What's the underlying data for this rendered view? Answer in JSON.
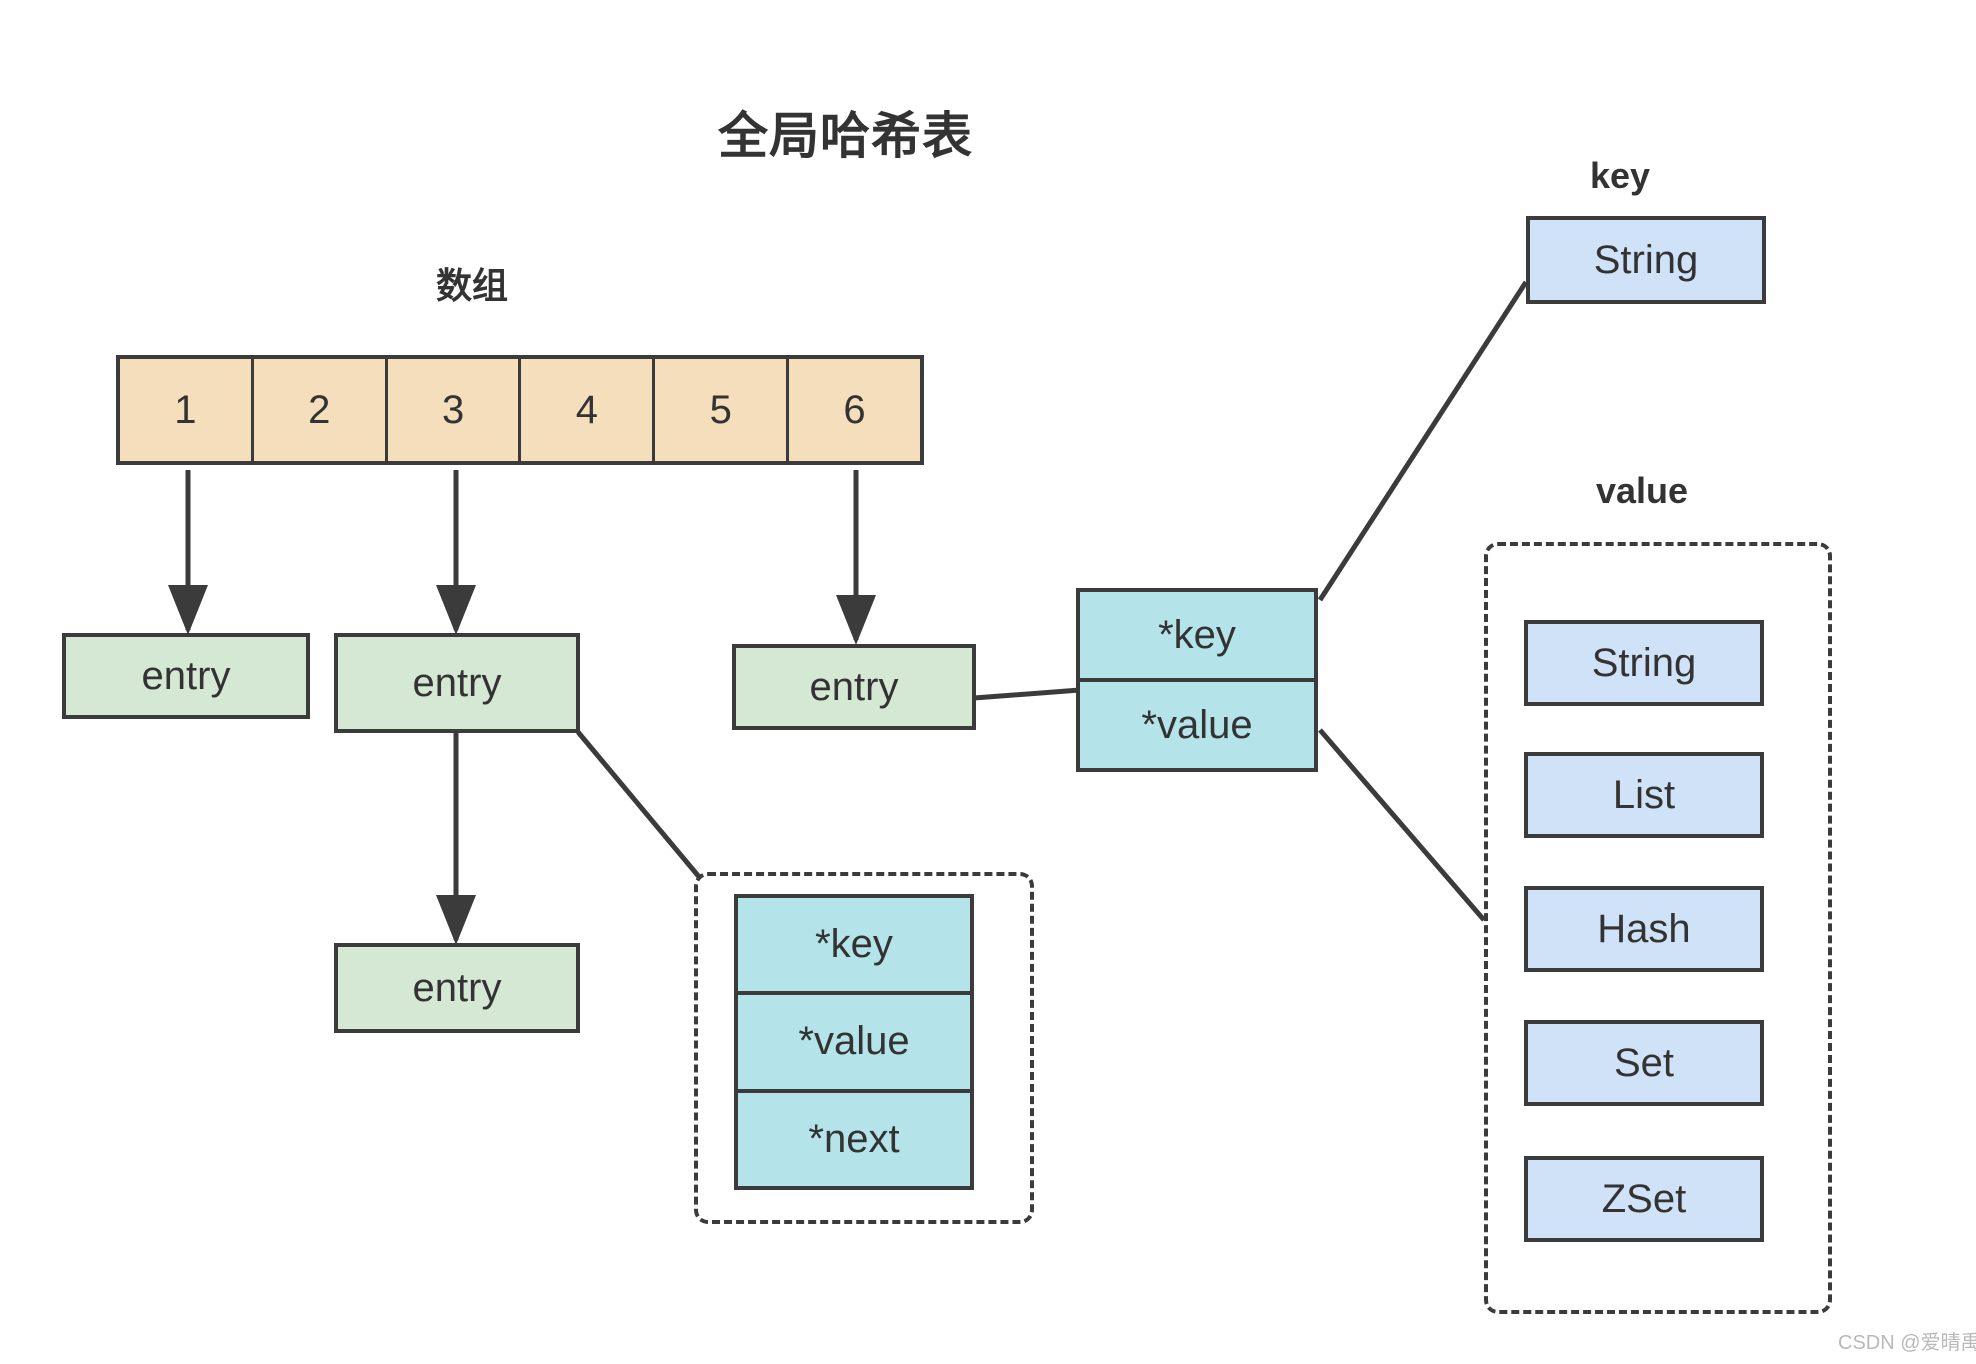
{
  "diagram": {
    "title": "全局哈希表",
    "watermark": "CSDN @爱晴禹",
    "colors": {
      "array_fill": "#f5debb",
      "entry_fill": "#d5e8d4",
      "struct_fill": "#b4e4ea",
      "type_fill": "#cfe2f8",
      "stroke": "#3b3b3b",
      "text": "#333333",
      "background": "#ffffff"
    }
  },
  "array_section": {
    "label": "数组",
    "cells": [
      "1",
      "2",
      "3",
      "4",
      "5",
      "6"
    ]
  },
  "entries": [
    {
      "label": "entry"
    },
    {
      "label": "entry"
    },
    {
      "label": "entry"
    },
    {
      "label": "entry"
    }
  ],
  "entry_struct": {
    "fields": [
      "*key",
      "*value"
    ]
  },
  "node_struct": {
    "fields": [
      "*key",
      "*value",
      "*next"
    ]
  },
  "key_section": {
    "label": "key",
    "types": [
      "String"
    ]
  },
  "value_section": {
    "label": "value",
    "types": [
      "String",
      "List",
      "Hash",
      "Set",
      "ZSet"
    ]
  }
}
